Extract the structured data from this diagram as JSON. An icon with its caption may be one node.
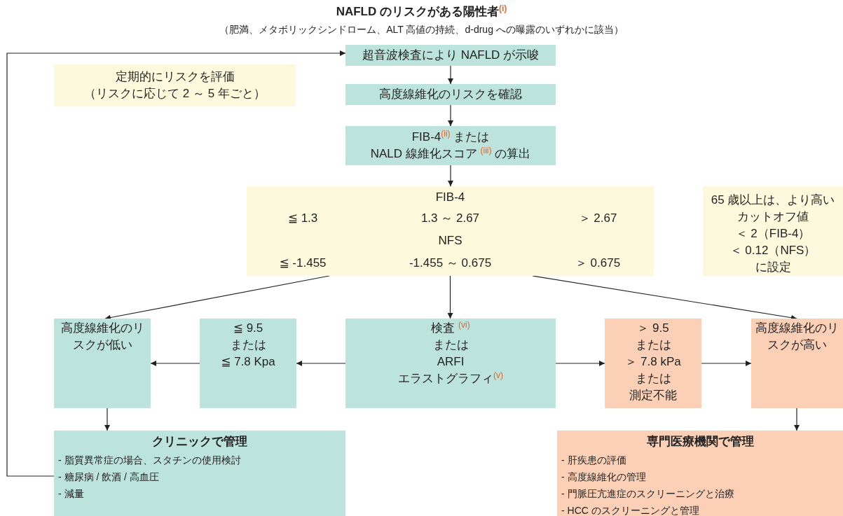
{
  "diagram": {
    "title": "NAFLD のリスクがある陽性者$^{(i)}$",
    "nodes": [
      {
        "text": [
          "超音波検査により NAFLD が示唆"
        ]
      },
      {
        "text": [
          "定期的にリスクを評価",
          "（リスクに応じて 2 ～ 5 年ごと）"
        ]
      },
      {
        "text": [
          "高度線維化のリスクを確認"
        ]
      },
      {
        "text": [
          "FIB-4$^{(ii)}$ または",
          "NALD 線維化スコア $^{(iii)}$ の算出"
        ]
      },
      {
        "text": [
          "FIB-4",
          "≦ 1.3",
          "1.3 ～ 2.67",
          "＞ 2.67",
          "NFS",
          "≦ -1.455",
          "-1.455 ～ 0.675",
          "＞ 0.675"
        ]
      },
      {
        "text": [
          "65 歳以上は、より高いカットオフ値",
          "＜ 2（FIB-4）",
          "＜ 0.12（NFS）",
          "に設定"
        ]
      },
      {
        "text": [
          "高度線維化のリスクが低い"
        ]
      },
      {
        "text": [
          "≦ 9.5",
          "または",
          "≦ 7.8 Kpa"
        ]
      },
      {
        "text": [
          "検査 $^{(vi)}$",
          "または",
          "ARFI",
          "エラストグラフィ$^{(v)}$"
        ]
      },
      {
        "text": [
          "＞ 9.5",
          "または",
          "＞ 7.8 kPa",
          "または",
          "測定不能"
        ]
      },
      {
        "text": [
          "高度線維化のリスクが高い"
        ]
      },
      {
        "text": [
          "クリニックで管理",
          "- 脂質異常症の場合、スタチンの使用検討",
          "- 糖尿病 / 飲酒 / 高血圧",
          "- 減量"
        ]
      },
      {
        "text": [
          "専門医療機関で管理",
          "- 肝疾患の評価",
          "- 高度線維化の管理",
          "- 門脈圧亢進症のスクリーニングと治療",
          "- HCC のスクリーニングと管理"
        ]
      }
    ],
    "edges": [
      {
        "from": 0,
        "to": 2,
        "arrow": "to"
      },
      {
        "from": 2,
        "to": 3,
        "arrow": "to"
      },
      {
        "from": 3,
        "to": 4,
        "arrow": "to"
      },
      {
        "from": 4,
        "to": 6,
        "arrow": "to"
      },
      {
        "from": 4,
        "to": 8,
        "arrow": "to"
      },
      {
        "from": 4,
        "to": 10,
        "arrow": "to"
      },
      {
        "from": 8,
        "to": 7,
        "arrow": "to"
      },
      {
        "from": 7,
        "to": 6,
        "arrow": "to"
      },
      {
        "from": 8,
        "to": 9,
        "arrow": "to"
      },
      {
        "from": 9,
        "to": 10,
        "arrow": "to"
      },
      {
        "from": 6,
        "to": 11,
        "arrow": "to"
      },
      {
        "from": 10,
        "to": 12,
        "arrow": "to"
      },
      {
        "from": 11,
        "to": 0,
        "arrow": "to"
      }
    ],
    "labels": [
      "（肥満、メタボリックシンドローム、ALT 高値の持続、d-drug への曝露のいずれかに該当）"
    ]
  }
}
